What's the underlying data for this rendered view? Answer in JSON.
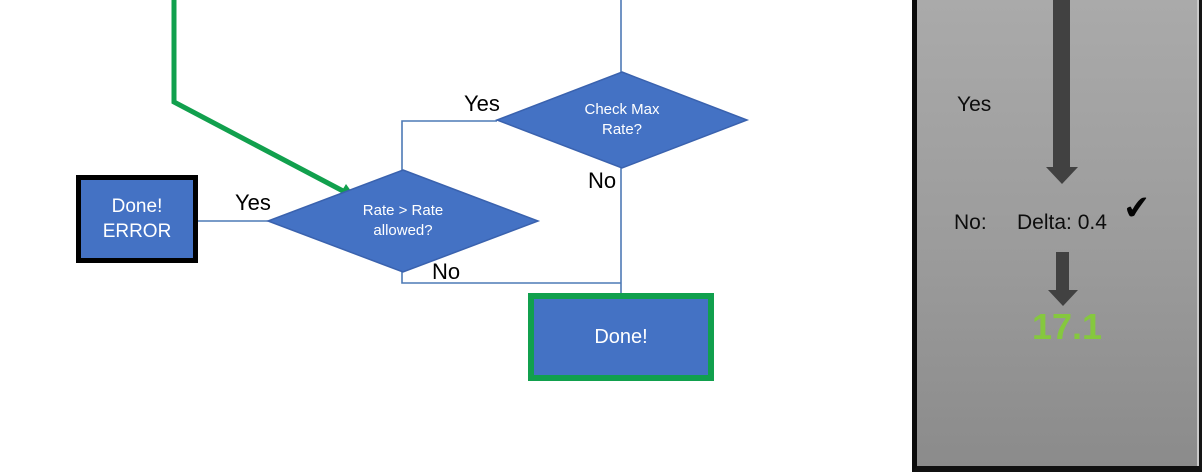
{
  "colors": {
    "shape_blue": "#4472C4",
    "shape_blue_outline": "#3A62AE",
    "connector_blue": "#4D7AB5",
    "green_accent": "#11A04D",
    "result_green": "#85C83E",
    "panel_gray_top": "#AAAAAA",
    "panel_gray_bottom": "#8B8B8B",
    "arrow_dark_gray": "#414141",
    "box_border_black": "#000000"
  },
  "flowchart": {
    "decision_check_max_rate": {
      "line1": "Check Max",
      "line2": "Rate?",
      "yes_label": "Yes",
      "no_label": "No"
    },
    "decision_rate_allowed": {
      "line1": "Rate > Rate",
      "line2": "allowed?",
      "yes_label": "Yes",
      "no_label": "No"
    },
    "terminal_done_error": {
      "line1": "Done!",
      "line2": "ERROR"
    },
    "terminal_done": {
      "label": "Done!"
    }
  },
  "side_panel": {
    "yes_label": "Yes",
    "no_label": "No:",
    "delta_text": "Delta: 0.4",
    "check_glyph": "✔",
    "result_value": "17.1"
  }
}
